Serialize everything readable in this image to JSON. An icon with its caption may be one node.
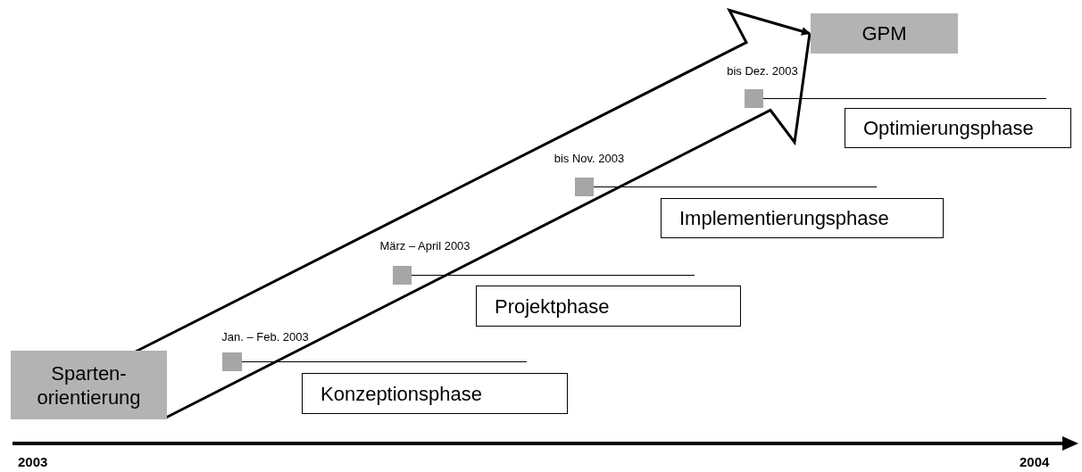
{
  "diagram": {
    "nodes": [
      {
        "text": [
          "GPM"
        ]
      },
      {
        "text": [],
        "shape": "box",
        "beside": [
          "bis Dez. 2003"
        ]
      },
      {
        "text": [
          "Optimierungsphase"
        ]
      },
      {
        "text": [],
        "shape": "box",
        "beside": [
          "bis Nov. 2003"
        ]
      },
      {
        "text": [
          "Implementierungsphase"
        ]
      },
      {
        "text": [],
        "shape": "box",
        "beside": [
          "März – April 2003"
        ]
      },
      {
        "text": [
          "Projektphase"
        ]
      },
      {
        "text": [],
        "shape": "box",
        "beside": [
          "Jan. – Feb. 2003"
        ]
      },
      {
        "text": [
          "Konzeptionsphase"
        ]
      },
      {
        "text": [
          "Sparten- orientierung"
        ]
      }
    ],
    "edges": [
      {
        "from": 9,
        "to": 0,
        "arrow": "to"
      }
    ],
    "labels": [
      "2003",
      "2004"
    ]
  }
}
